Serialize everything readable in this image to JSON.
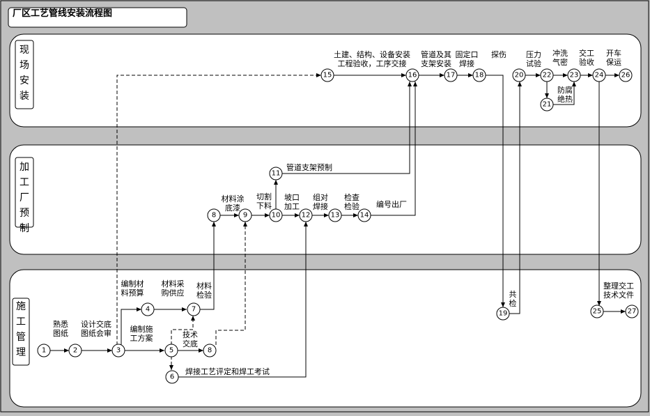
{
  "title": "厂区工艺管线安装流程图",
  "lanes": [
    {
      "id": "site",
      "label": "现场安装"
    },
    {
      "id": "shop",
      "label": "加工厂预制"
    },
    {
      "id": "mgmt",
      "label": "施工管理"
    }
  ],
  "nodes": [
    "1",
    "2",
    "3",
    "4",
    "5",
    "6",
    "7",
    "8",
    "8",
    "9",
    "10",
    "11",
    "12",
    "13",
    "14",
    "15",
    "16",
    "17",
    "18",
    "19",
    "20",
    "21",
    "22",
    "23",
    "24",
    "25",
    "26",
    "27"
  ],
  "labels": {
    "l15_16": [
      "土建、结构、设备安装",
      "工程验收，工序交接"
    ],
    "l16_17": [
      "管道及其",
      "支架安装"
    ],
    "l17_18": [
      "固定口",
      "焊接"
    ],
    "l18": [
      "探伤"
    ],
    "l20": [
      "压力",
      "试验"
    ],
    "l22": [
      "冲洗",
      "气密"
    ],
    "l23": [
      "交工",
      "验收"
    ],
    "l24_26": [
      "开车",
      "保运"
    ],
    "l21": [
      "防腐",
      "绝热"
    ],
    "l11": [
      "管道支架预制"
    ],
    "l8_9": [
      "材料涂",
      "底漆"
    ],
    "l9_10": [
      "切割",
      "下料"
    ],
    "l10_12": [
      "坡口",
      "加工"
    ],
    "l12_13": [
      "组对",
      "焊接"
    ],
    "l13_14": [
      "检查",
      "检验"
    ],
    "l14": [
      "编号出厂"
    ],
    "l19": [
      "共",
      "检"
    ],
    "l25": [
      "整理交工",
      "技术文件"
    ],
    "l1_2": [
      "熟悉",
      "图纸"
    ],
    "l2_3": [
      "设计交底",
      "图纸会审"
    ],
    "l3_4": [
      "编制材",
      "料预算"
    ],
    "l4_7": [
      "材料采",
      "购供应"
    ],
    "l7_8": [
      "材料",
      "检验"
    ],
    "l3_5": [
      "编制施",
      "工方案"
    ],
    "l5_8": [
      "技术",
      "交底"
    ],
    "l6": [
      "焊接工艺评定和焊工考试"
    ]
  }
}
